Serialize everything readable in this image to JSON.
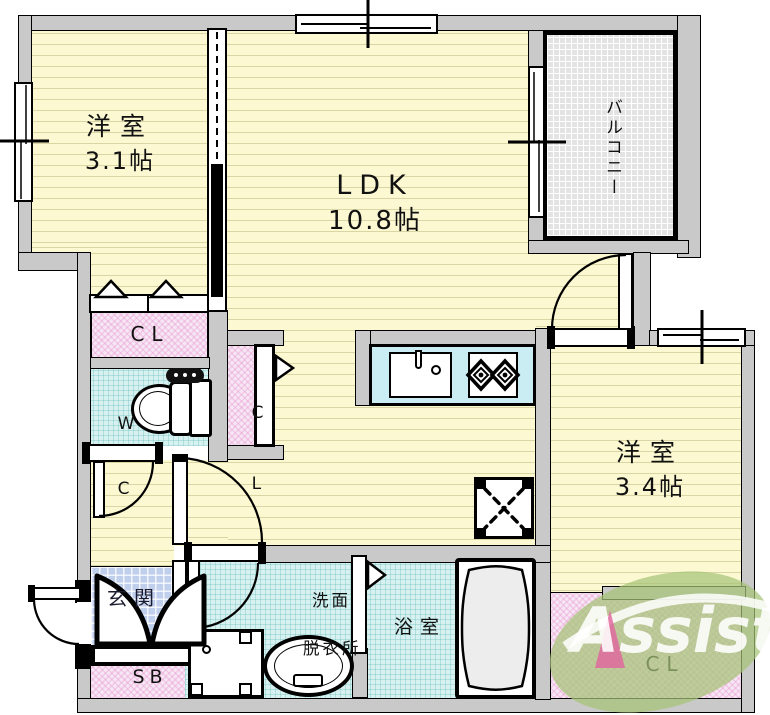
{
  "plan": {
    "type": "japanese-apartment-floor-plan",
    "rooms": {
      "bedroom1": {
        "label": "洋室",
        "size": "3.1帖"
      },
      "ldk": {
        "label": "LDK",
        "size": "10.8帖"
      },
      "bedroom2": {
        "label": "洋室",
        "size": "3.4帖"
      },
      "balcony": {
        "label": "バルコニー"
      },
      "wc": {
        "letter1": "W",
        "letter2": "C"
      },
      "closet_bedroom1": {
        "label": "CL"
      },
      "closet_hall": {
        "letter1": "C",
        "letter2": "L"
      },
      "closet_bedroom2": {
        "label": "CL"
      },
      "entrance": {
        "label": "玄関"
      },
      "shoe_box": {
        "label": "SB"
      },
      "washroom": {
        "line1": "洗面",
        "line2": "脱衣所"
      },
      "bathroom": {
        "label": "浴室"
      }
    },
    "fixtures": [
      "kitchen-sink",
      "gas-stove-2-burner",
      "toilet",
      "bathtub",
      "washbasin",
      "washing-machine-pan",
      "appliance-space-x",
      "sliding-window",
      "hinged-door",
      "folding-closet-door"
    ],
    "colors": {
      "wall_gray": "#c9c9c9",
      "room_yellow": "#fcf9d2",
      "wet_area_cyan": "#d7f1f0",
      "entrance_blue": "#bfcfec",
      "closet_pink": "#f7e6f3",
      "balcony_gray": "#e3e3e3",
      "kitchen_counter_blue": "#c9edf3",
      "line_black": "#000000",
      "logo_green": "#a6c377",
      "logo_pink": "#e2639d"
    }
  },
  "watermark": {
    "text": "Assist"
  }
}
